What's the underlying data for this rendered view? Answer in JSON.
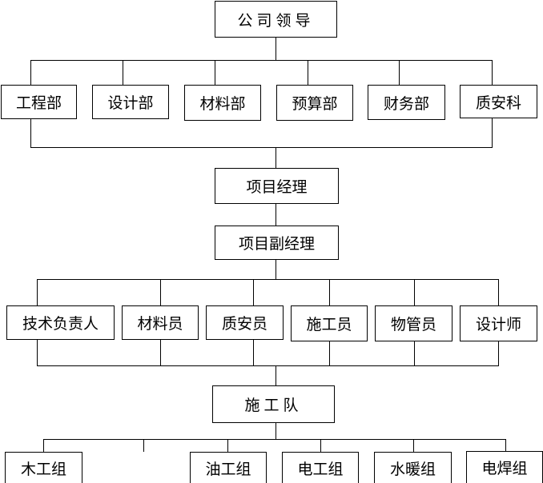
{
  "top": {
    "label": "公司领导"
  },
  "departments": [
    {
      "label": "工程部"
    },
    {
      "label": "设计部"
    },
    {
      "label": "材料部"
    },
    {
      "label": "预算部"
    },
    {
      "label": "财务部"
    },
    {
      "label": "质安科"
    }
  ],
  "manager": {
    "label": "项目经理"
  },
  "deputy": {
    "label": "项目副经理"
  },
  "staff": [
    {
      "label": "技术负责人"
    },
    {
      "label": "材料员"
    },
    {
      "label": "质安员"
    },
    {
      "label": "施工员"
    },
    {
      "label": "物管员"
    },
    {
      "label": "设计师"
    }
  ],
  "team": {
    "label": "施工队"
  },
  "groups": [
    {
      "label": "木工组"
    },
    {
      "label": "油工组"
    },
    {
      "label": "电工组"
    },
    {
      "label": "水暖组"
    },
    {
      "label": "电焊组"
    }
  ]
}
